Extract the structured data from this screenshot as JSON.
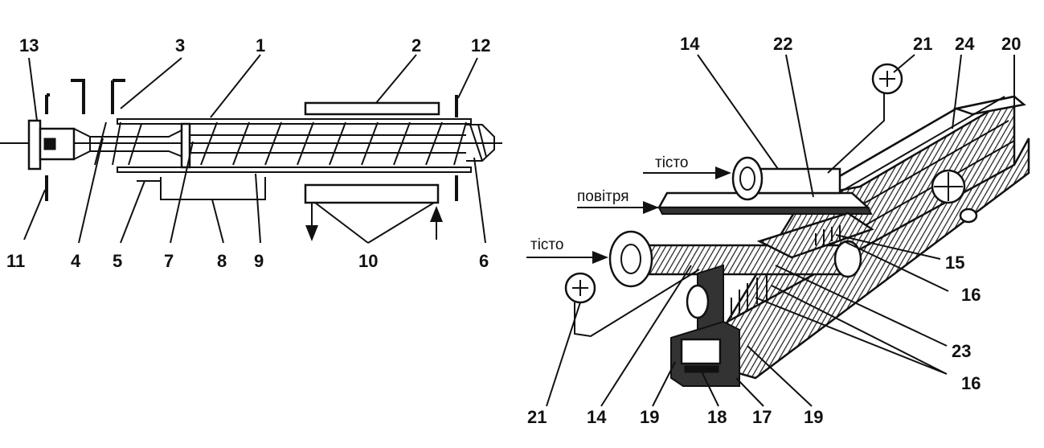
{
  "left_diagram": {
    "labels_top": [
      "13",
      "3",
      "1",
      "2",
      "12"
    ],
    "labels_bottom": [
      "11",
      "4",
      "5",
      "7",
      "8",
      "9",
      "10",
      "6"
    ]
  },
  "right_diagram": {
    "labels_top": [
      "14",
      "22",
      "21",
      "24",
      "20"
    ],
    "labels_side": [
      "15",
      "16",
      "23",
      "16"
    ],
    "labels_bottom": [
      "21",
      "14",
      "19",
      "18",
      "17",
      "19"
    ],
    "words": {
      "dough_top": "тісто",
      "air": "повітря",
      "dough_left": "тісто"
    }
  }
}
